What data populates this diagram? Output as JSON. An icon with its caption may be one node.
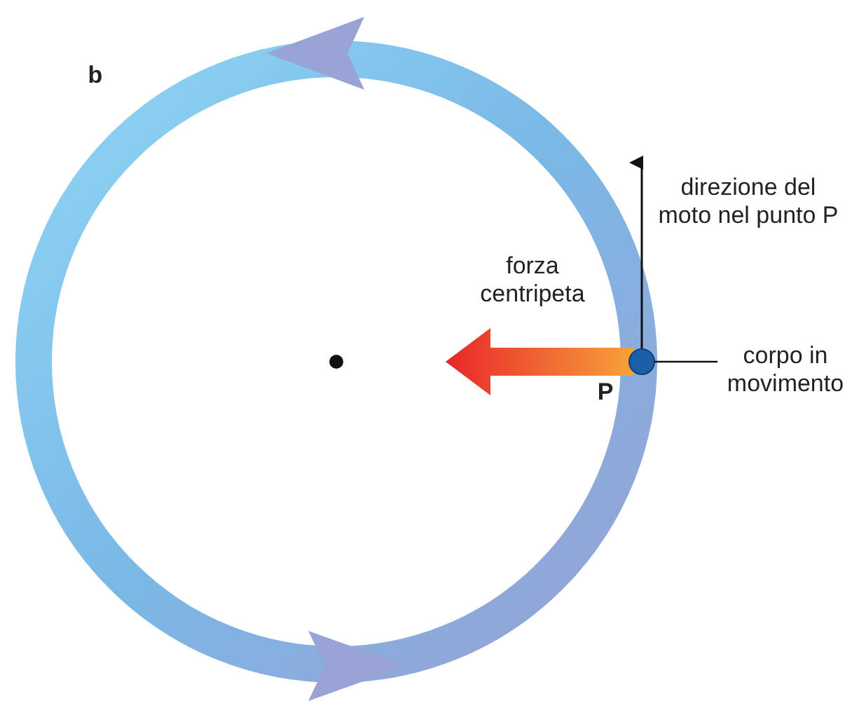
{
  "diagram": {
    "nodes": [
      {
        "text": [
          "corpo in movimento"
        ]
      },
      {
        "text": [],
        "shape": "circle"
      }
    ],
    "edges": [
      {
        "from": 0,
        "to": 1,
        "arrow": "none"
      }
    ],
    "labels": [
      "b",
      "direzione del moto nel punto P",
      "forza centripeta",
      "P"
    ]
  }
}
